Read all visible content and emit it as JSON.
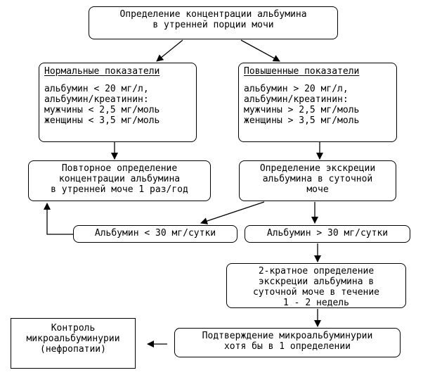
{
  "start": {
    "lines": [
      "Определение концентрации альбумина",
      "в утренней порции мочи"
    ]
  },
  "normal": {
    "title": "Нормальные показатели",
    "lines": [
      "альбумин <  20 мг/л,",
      "альбумин/креатинин:",
      "мужчины < 2,5 мг/моль",
      "женщины < 3,5 мг/моль"
    ]
  },
  "elevated": {
    "title": "Повышенные показатели",
    "lines": [
      "альбумин >  20 мг/л,",
      "альбумин/креатинин:",
      "мужчины > 2,5 мг/моль",
      "женщины > 3,5 мг/моль"
    ]
  },
  "repeat_yearly": {
    "lines": [
      "Повторное определение",
      "концентрации альбумина",
      "в утренней моче 1 раз/год"
    ]
  },
  "daily_excretion": {
    "lines": [
      "Определение экскреции",
      "альбумина в суточной",
      "моче"
    ]
  },
  "albumin_low": {
    "lines": [
      "Альбумин < 30 мг/сутки"
    ]
  },
  "albumin_high": {
    "lines": [
      "Альбумин > 30 мг/сутки"
    ]
  },
  "double_test": {
    "lines": [
      "2-кратное определение",
      "экскреции альбумина в",
      "суточной моче в течение",
      "1 - 2 недель"
    ]
  },
  "confirm": {
    "lines": [
      "Подтверждение микроальбуминурии",
      "хотя бы в 1 определении"
    ]
  },
  "control": {
    "lines": [
      "Контроль",
      "микроальбуминурии",
      "(нефропатии)"
    ]
  }
}
